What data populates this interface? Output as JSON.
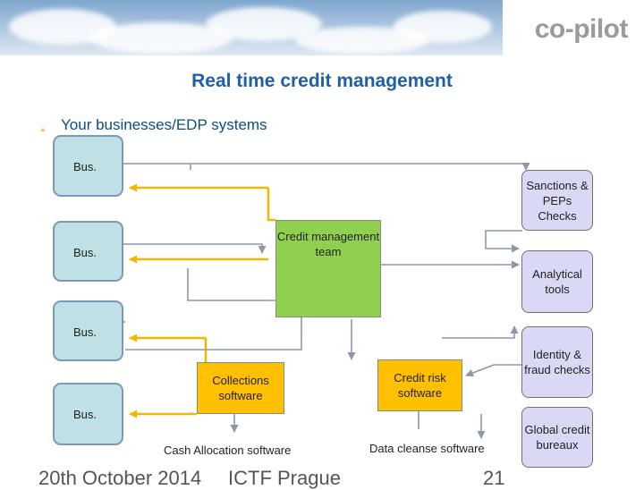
{
  "header": {
    "logo": "co-pilot"
  },
  "title": "Real time credit management",
  "subtitle": "Your businesses/EDP systems",
  "diagram": {
    "bus_label": "Bus.",
    "sanctions": "Sanctions & PEPs Checks",
    "credit_team": "Credit management team",
    "analytical": "Analytical tools",
    "identity": "Identity & fraud checks",
    "collections": "Collections software",
    "credit_risk": "Credit risk software",
    "global": "Global credit bureaux",
    "cash_allocation": "Cash Allocation software",
    "data_cleanse": "Data cleanse software"
  },
  "footer": {
    "date": "20th October 2014",
    "event": "ICTF Prague",
    "page": "21"
  },
  "colors": {
    "title": "#1f5fa8",
    "subtitle": "#0e4c7e",
    "gold_line": "#f2b705",
    "grey_line": "#8c98a8",
    "bus_fill": "#bfe1e5",
    "side_fill": "#d9d9f5",
    "green_fill": "#8fd14f",
    "orange_fill": "#ffc000"
  }
}
